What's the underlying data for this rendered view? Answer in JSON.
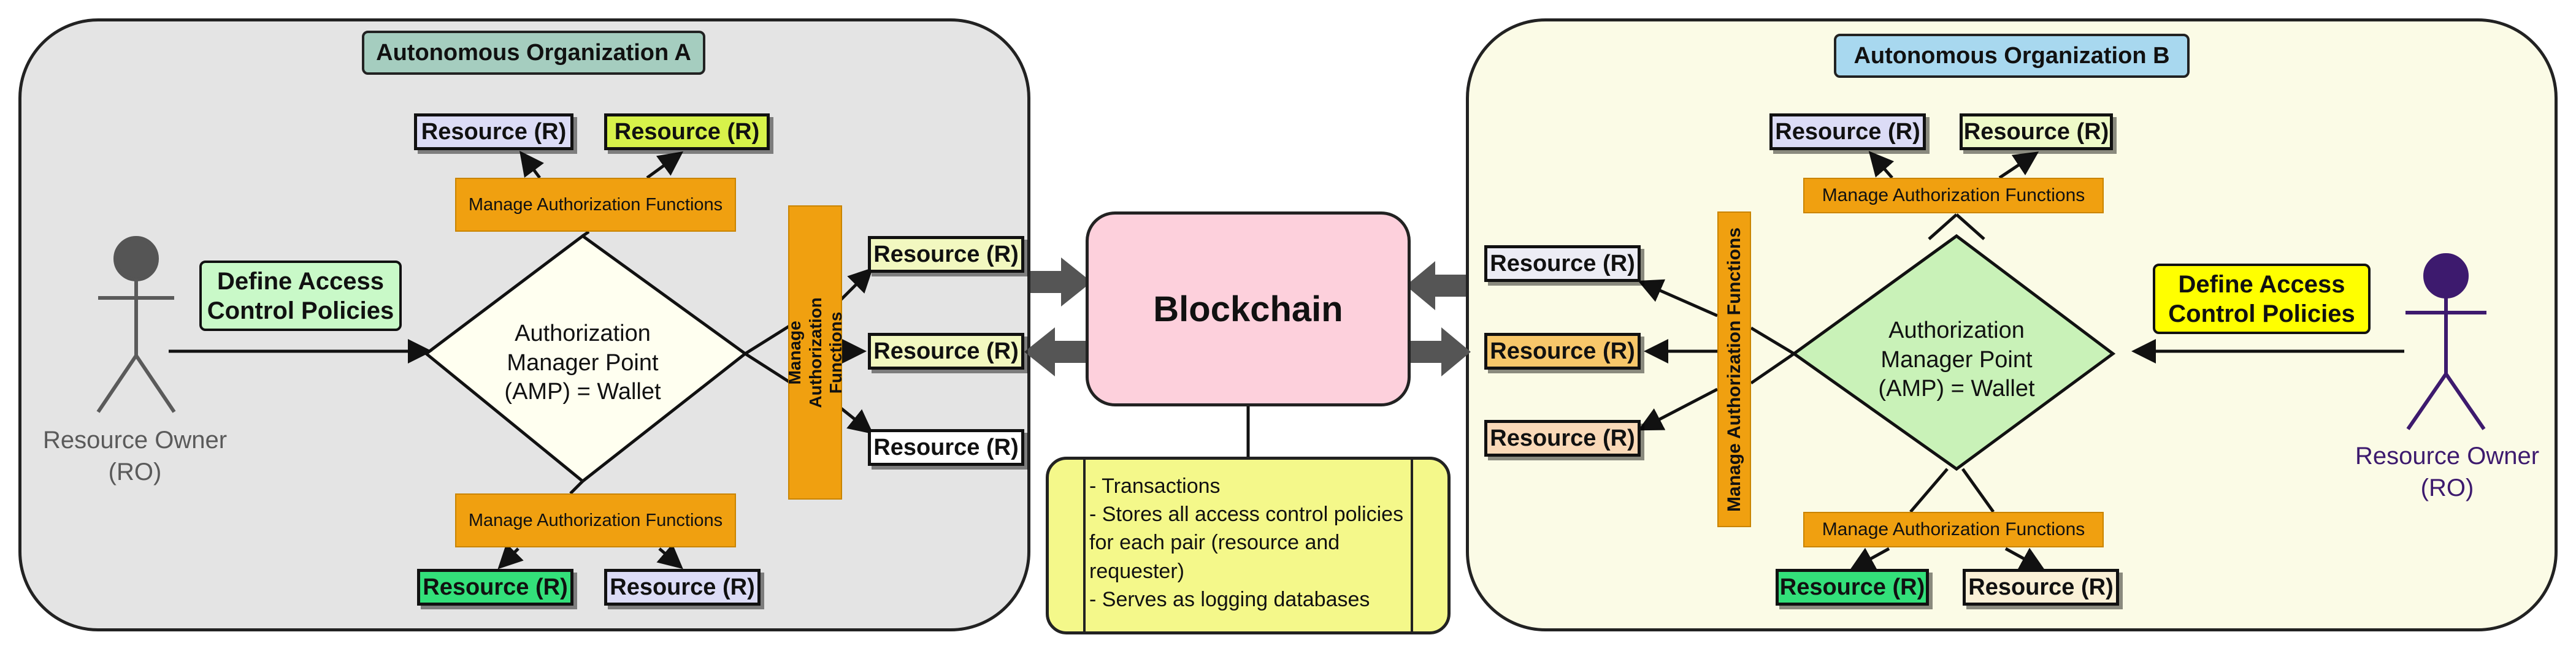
{
  "org_a": {
    "title": "Autonomous Organization A",
    "title_color": "#a5cdbf"
  },
  "org_b": {
    "title": "Autonomous Organization B",
    "title_color": "#a8d8ef"
  },
  "resource_label": "Resource (R)",
  "manage_auth": "Manage Authorization Functions",
  "define_policies": "Define Access Control Policies",
  "amp_label": "Authorization Manager Point (AMP) = Wallet",
  "resource_owner": {
    "line1": "Resource Owner",
    "line2": "(RO)"
  },
  "blockchain": {
    "title": "Blockchain",
    "notes": [
      "- Transactions",
      "- Stores all access control policies for each pair (resource and requester)",
      "- Serves as logging databases"
    ]
  },
  "colors": {
    "org_a_bg": "#e4e4e4",
    "org_b_bg": "#fbfbe6",
    "manage_orange": "#f0a010",
    "blockchain_pink": "#fdd0dc",
    "notes_yellow": "#f4f88a",
    "amp_a_fill": "#fffff0",
    "amp_b_fill": "#c9f2b8",
    "define_a_fill": "#c9f9c8",
    "define_b_fill": "#ffff00",
    "owner_a_color": "#5a5a5a",
    "owner_b_color": "#3d1a6e"
  }
}
